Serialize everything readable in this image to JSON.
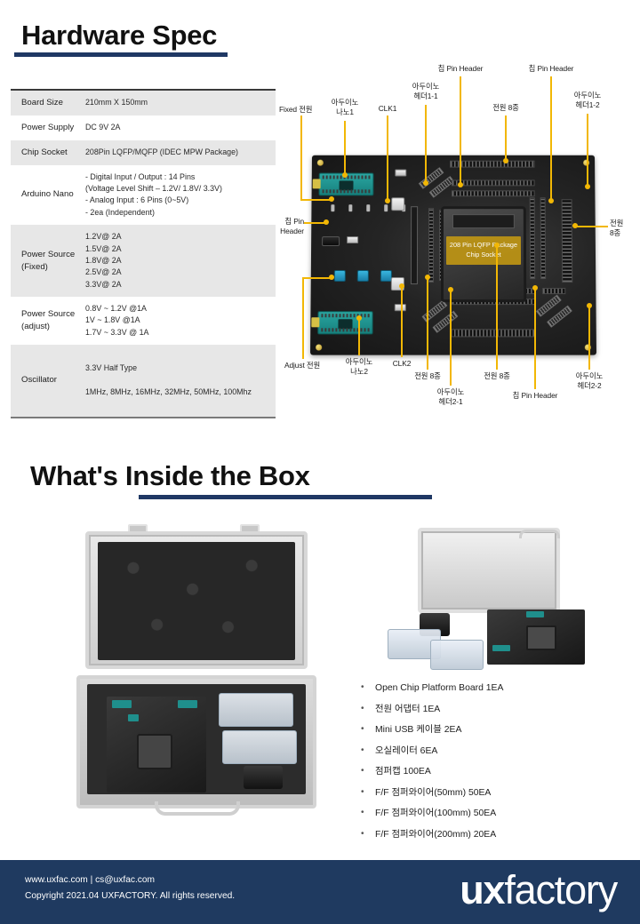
{
  "sections": {
    "hardware": {
      "title": "Hardware Spec"
    },
    "box": {
      "title": "What's Inside the Box"
    }
  },
  "spec_table": {
    "rows": [
      {
        "key": "Board\nSize",
        "value": "210mm X 150mm",
        "shaded": true
      },
      {
        "key": "Power\nSupply",
        "value": "DC 9V 2A",
        "shaded": false
      },
      {
        "key": "Chip\nSocket",
        "value": "208Pin LQFP/MQFP (IDEC MPW Package)",
        "shaded": true
      },
      {
        "key": "Arduino\nNano",
        "value": "- Digital Input / Output : 14 Pins\n  (Voltage Level Shift – 1.2V/ 1.8V/ 3.3V)\n- Analog Input : 6 Pins (0~5V)\n- 2ea (Independent)",
        "shaded": false
      },
      {
        "key": "Power\nSource\n(Fixed)",
        "value": "1.2V@ 2A\n1.5V@ 2A\n1.8V@ 2A\n2.5V@ 2A\n3.3V@ 2A",
        "shaded": true
      },
      {
        "key": "Power\nSource\n(adjust)",
        "value": "0.8V ~ 1.2V @1A\n1V ~ 1.8V @1A\n1.7V ~ 3.3V @ 1A",
        "shaded": false
      },
      {
        "key": "Oscillator",
        "value": "3.3V Half Type",
        "value_sub": "1MHz, 8MHz, 16MHz, 32MHz, 50MHz, 100Mhz",
        "shaded": true
      }
    ]
  },
  "board_diagram": {
    "chip_socket_label": "208 Pin\nLQFP Package\nChip Socket",
    "callouts": [
      {
        "id": "fixed-power",
        "text": "Fixed 전원"
      },
      {
        "id": "arduino-nano-1",
        "text": "아두이노\n나노1"
      },
      {
        "id": "clk1",
        "text": "CLK1"
      },
      {
        "id": "arduino-header-1-1",
        "text": "아두이노\n헤더1-1"
      },
      {
        "id": "chip-pin-header-top-1",
        "text": "칩 Pin Header"
      },
      {
        "id": "power-8-top",
        "text": "전원 8종"
      },
      {
        "id": "chip-pin-header-top-2",
        "text": "칩 Pin Header"
      },
      {
        "id": "arduino-header-1-2",
        "text": "아두이노\n헤더1-2"
      },
      {
        "id": "chip-pin-header-left",
        "text": "칩 Pin\nHeader"
      },
      {
        "id": "power-8-right",
        "text": "전원\n8종"
      },
      {
        "id": "adjust-power",
        "text": "Adjust 전원"
      },
      {
        "id": "arduino-nano-2",
        "text": "아두이노\n나노2"
      },
      {
        "id": "clk2",
        "text": "CLK2"
      },
      {
        "id": "power-8-bottom-1",
        "text": "전원 8종"
      },
      {
        "id": "arduino-header-2-1",
        "text": "아두이노\n헤더2-1"
      },
      {
        "id": "power-8-bottom-2",
        "text": "전원 8종"
      },
      {
        "id": "chip-pin-header-bottom",
        "text": "칩 Pin Header"
      },
      {
        "id": "arduino-header-2-2",
        "text": "아두이노\n헤더2-2"
      }
    ]
  },
  "box_contents": {
    "bullet": "•",
    "items": [
      "Open Chip Platform Board 1EA",
      "전원 어댑터 1EA",
      "Mini USB 케이블 2EA",
      "오실레이터 6EA",
      "점퍼캡 100EA",
      "F/F 점퍼와이어(50mm) 50EA",
      "F/F 점퍼와이어(100mm) 50EA",
      "F/F 점퍼와이어(200mm) 20EA"
    ]
  },
  "footer": {
    "line1": "www.uxfac.com |  cs@uxfac.com",
    "line2": "Copyright  2021.04 UXFACTORY. All rights reserved.",
    "logo_bold": "ux",
    "logo_light": "factory",
    "background": "#1f3a60"
  },
  "theme": {
    "accent_navy": "#1f3864",
    "callout_yellow": "#f2b705",
    "table_shade": "#e7e7e7"
  }
}
